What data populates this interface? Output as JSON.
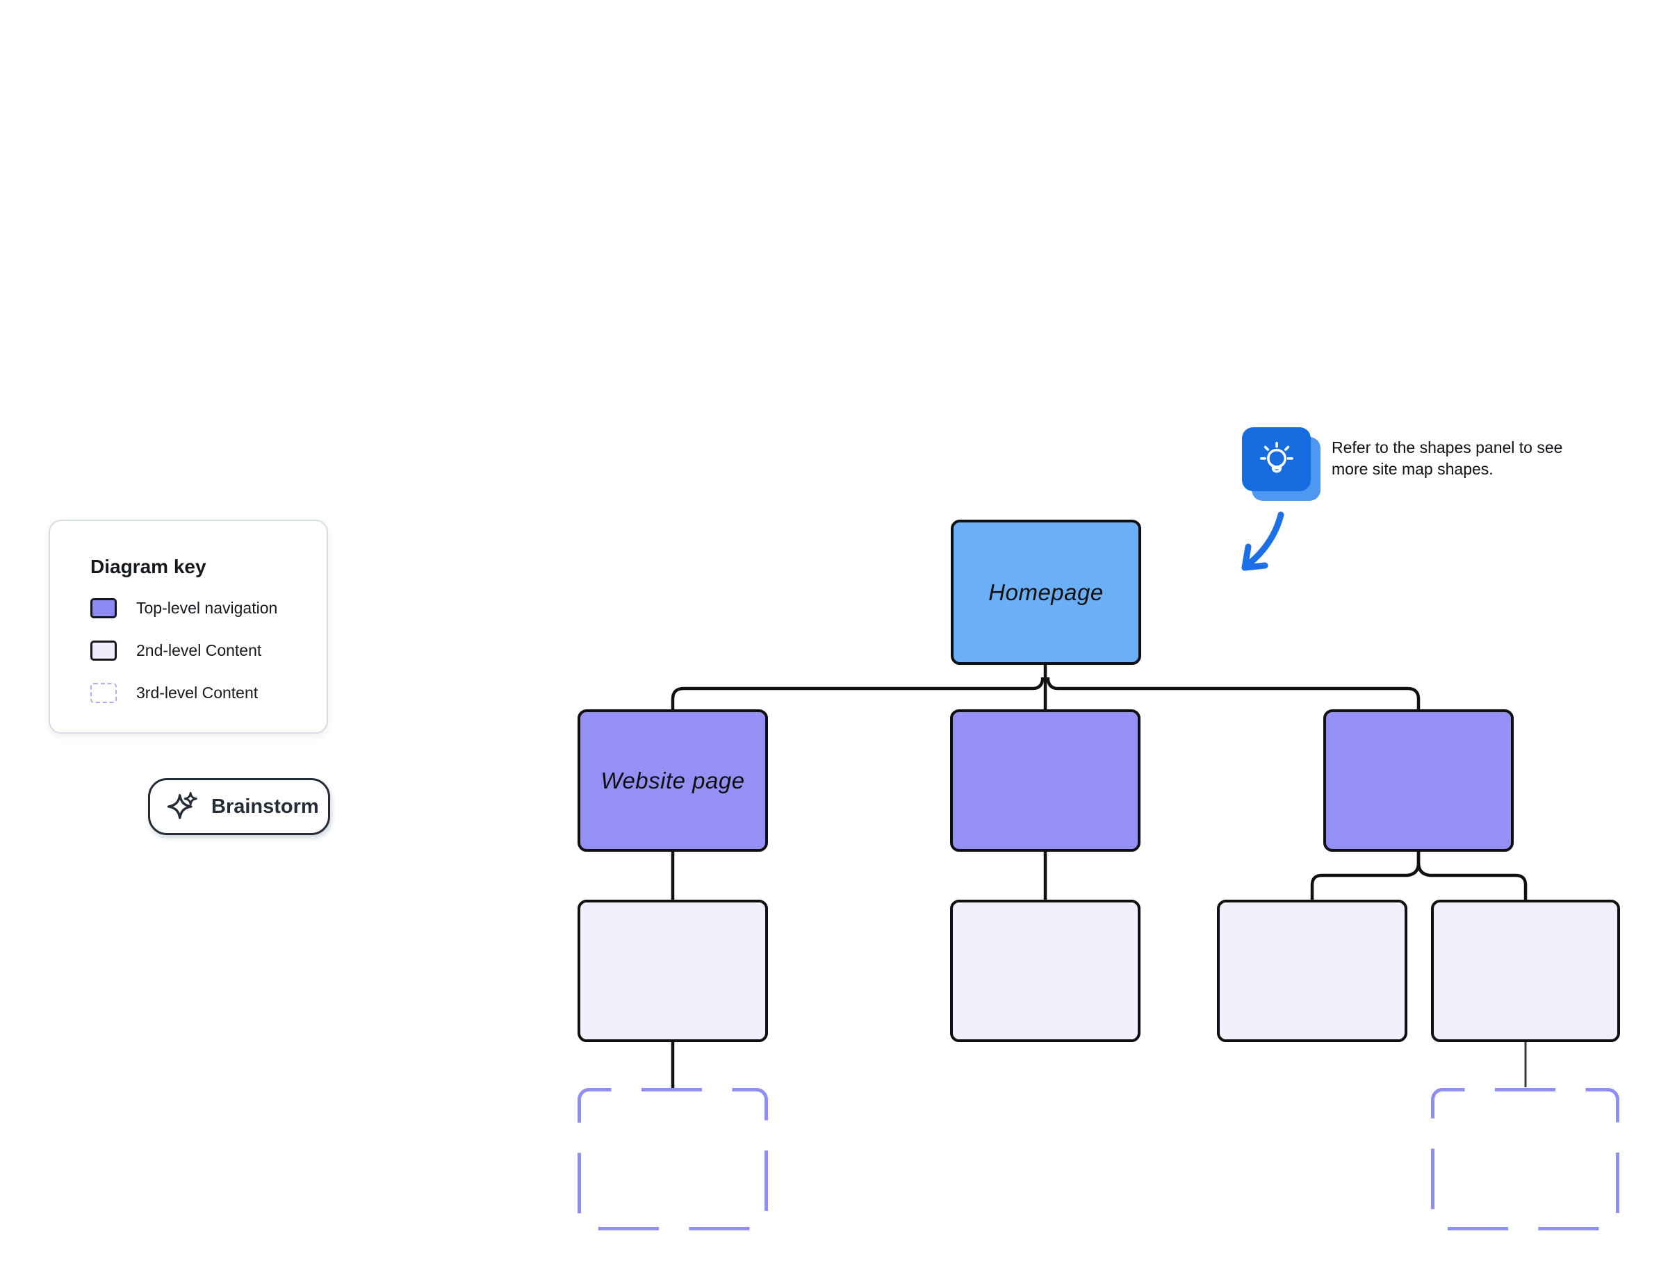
{
  "colors": {
    "homepage_fill": "#6BAFF7",
    "nav_fill": "#9590F6",
    "content_fill": "#EFF0FB",
    "dashed_stroke": "#8F8FF3",
    "node_border": "#101010",
    "connector": "#101010",
    "connector_thin": "#3A3A3E",
    "tip_front": "#176CDF",
    "tip_back": "#4F98F1",
    "arrow": "#1D6FE8",
    "swatch_nav": "#8D89F2",
    "swatch_content": "#EDEEFA",
    "swatch_dashed_border": "#AFAFEF",
    "button_ink": "#262C37",
    "panel_border": "#D7DDE5",
    "ink": "#15181D"
  },
  "key_panel": {
    "title": "Diagram key",
    "items": [
      {
        "label": "Top-level navigation"
      },
      {
        "label": "2nd-level Content"
      },
      {
        "label": "3rd-level Content"
      }
    ]
  },
  "brainstorm": {
    "label": "Brainstorm"
  },
  "tip": {
    "lines": [
      "Refer to the shapes panel to see",
      "more site map shapes."
    ]
  },
  "nodes": {
    "homepage": {
      "label": "Homepage"
    },
    "website_page": {
      "label": "Website page"
    }
  },
  "icons": {
    "brainstorm": "sparkle-icon",
    "tip": "lightbulb-icon",
    "pointer": "curved-arrow-icon"
  }
}
